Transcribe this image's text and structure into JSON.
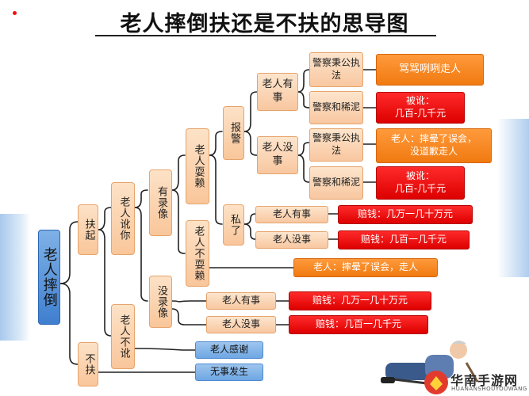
{
  "title": "老人摔倒扶还是不扶的思导图",
  "watermark": {
    "brand": "华南手游网",
    "domain": "HUANANSHOUYOUWANG"
  },
  "nodes": {
    "root": "老人摔倒",
    "help": "扶起",
    "no_help": "不扶",
    "accuses": "老人讹你",
    "not_accuse": "老人不讹",
    "recorded": "有录像",
    "not_recorded": "没录像",
    "denies": "老人耍赖",
    "no_deny": "老人不耍赖",
    "report": "报警",
    "private": "私了",
    "elder_hurt": "老人有事",
    "elder_ok": "老人没事",
    "police_fair_1": "警察秉公执法",
    "police_mud_1": "警察和稀泥",
    "police_fair_2": "警察秉公执法",
    "police_mud_2": "警察和稀泥",
    "priv_hurt": "老人有事",
    "priv_ok": "老人没事",
    "norec_hurt": "老人有事",
    "norec_ok": "老人没事",
    "thanks": "老人感谢",
    "nothing": "无事发生"
  },
  "outcomes": {
    "o1": "骂骂咧咧走人",
    "o2": "被讹：\n几百-几千元",
    "o3": "老人：摔晕了误会，\n没道歉走人",
    "o4": "被讹：\n几百-几千元",
    "o5": "赔钱：几万一几十万元",
    "o6": "赔钱：几百一几千元",
    "o7": "老人：摔晕了误会，走人",
    "o8": "赔钱：几万一几十万元",
    "o9": "赔钱：几百一几千元"
  },
  "colors": {
    "peach": "#f9c69a",
    "orange": "#f07a10",
    "red": "#dd0000",
    "blue": "#3f7fcf",
    "line": "#222222"
  },
  "icons": [
    "fallen-elder-illustration",
    "brand-logo-icon"
  ]
}
